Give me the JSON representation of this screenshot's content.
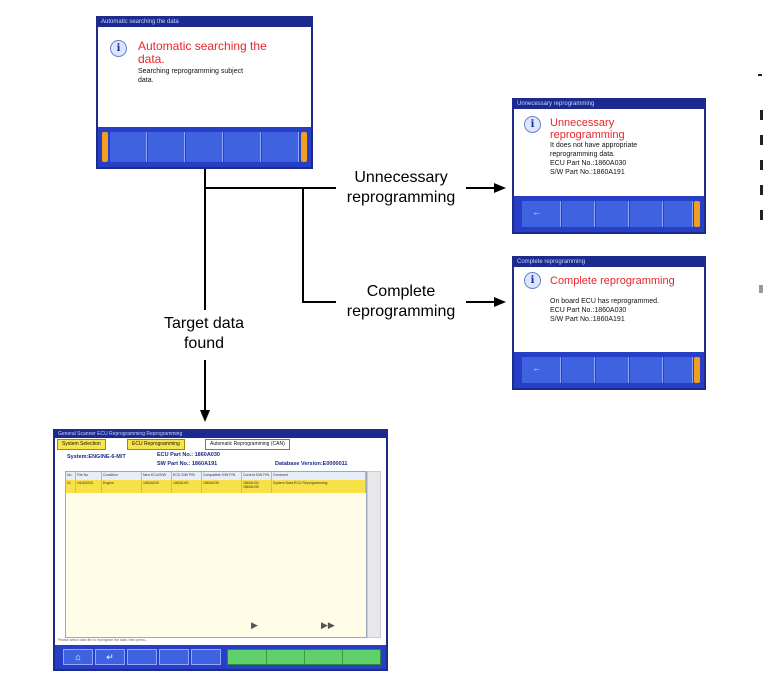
{
  "dialog_searching": {
    "title": "Automatic searching the data",
    "heading": "Automatic searching the data.",
    "heading_line1": "Automatic searching the",
    "heading_line2": "data.",
    "message_line1": "Searching reprogramming subject",
    "message_line2": "data.",
    "icon": "info-icon"
  },
  "dialog_unnecessary": {
    "title": "Unnecessary reprogramming",
    "heading_line1": "Unnecessary",
    "heading_line2": "reprogramming",
    "lines": [
      "It does not have appropriate",
      "reprogramming data.",
      "ECU Part No.:1860A030",
      "S/W Part No.:1860A191"
    ],
    "icon": "info-icon",
    "button_icon": "arrow-left-icon"
  },
  "dialog_complete": {
    "title": "Complete reprogramming",
    "heading": "Complete reprogramming",
    "lines": [
      "On board ECU has reprogrammed.",
      "ECU Part No.:1860A030",
      "S/W Part No.:1860A191"
    ],
    "icon": "info-icon",
    "button_icon": "arrow-left-icon"
  },
  "flow": {
    "label_unnecessary_1": "Unnecessary",
    "label_unnecessary_2": "reprogramming",
    "label_complete_1": "Complete",
    "label_complete_2": "reprogramming",
    "label_target_1": "Target data",
    "label_target_2": "found"
  },
  "screen": {
    "title": "General Scanner  ECU Reprogramming  Reprogramming",
    "tabs": [
      "System Selection",
      "ECU Reprogramming",
      "Automatic Reprogramming (CAN)"
    ],
    "system": "System:ENGINE-6-M/T",
    "ecu_part": "ECU Part No.: 1860A030",
    "sw_part": "SW Part No.: 1860A191",
    "database": "Database Version:E0000011",
    "columns": [
      "No.",
      "File No.",
      "Condition",
      "New ECU/S/W",
      "ECU S/W P/N",
      "Compatible S/W P/N",
      "Current S/W P/N",
      "Comment"
    ],
    "row": [
      "01",
      "H4A00031",
      "Engine",
      "1860A030",
      "1860A191",
      "1860A030",
      "1860A191 1860A190",
      "System Data.ECU Reprogramming"
    ],
    "status": "Please select data file to reprogram the data, then press...",
    "bottom_icons": [
      "home-icon",
      "back-icon"
    ],
    "nav_icons": [
      "play-icon",
      "fast-forward-icon"
    ]
  }
}
